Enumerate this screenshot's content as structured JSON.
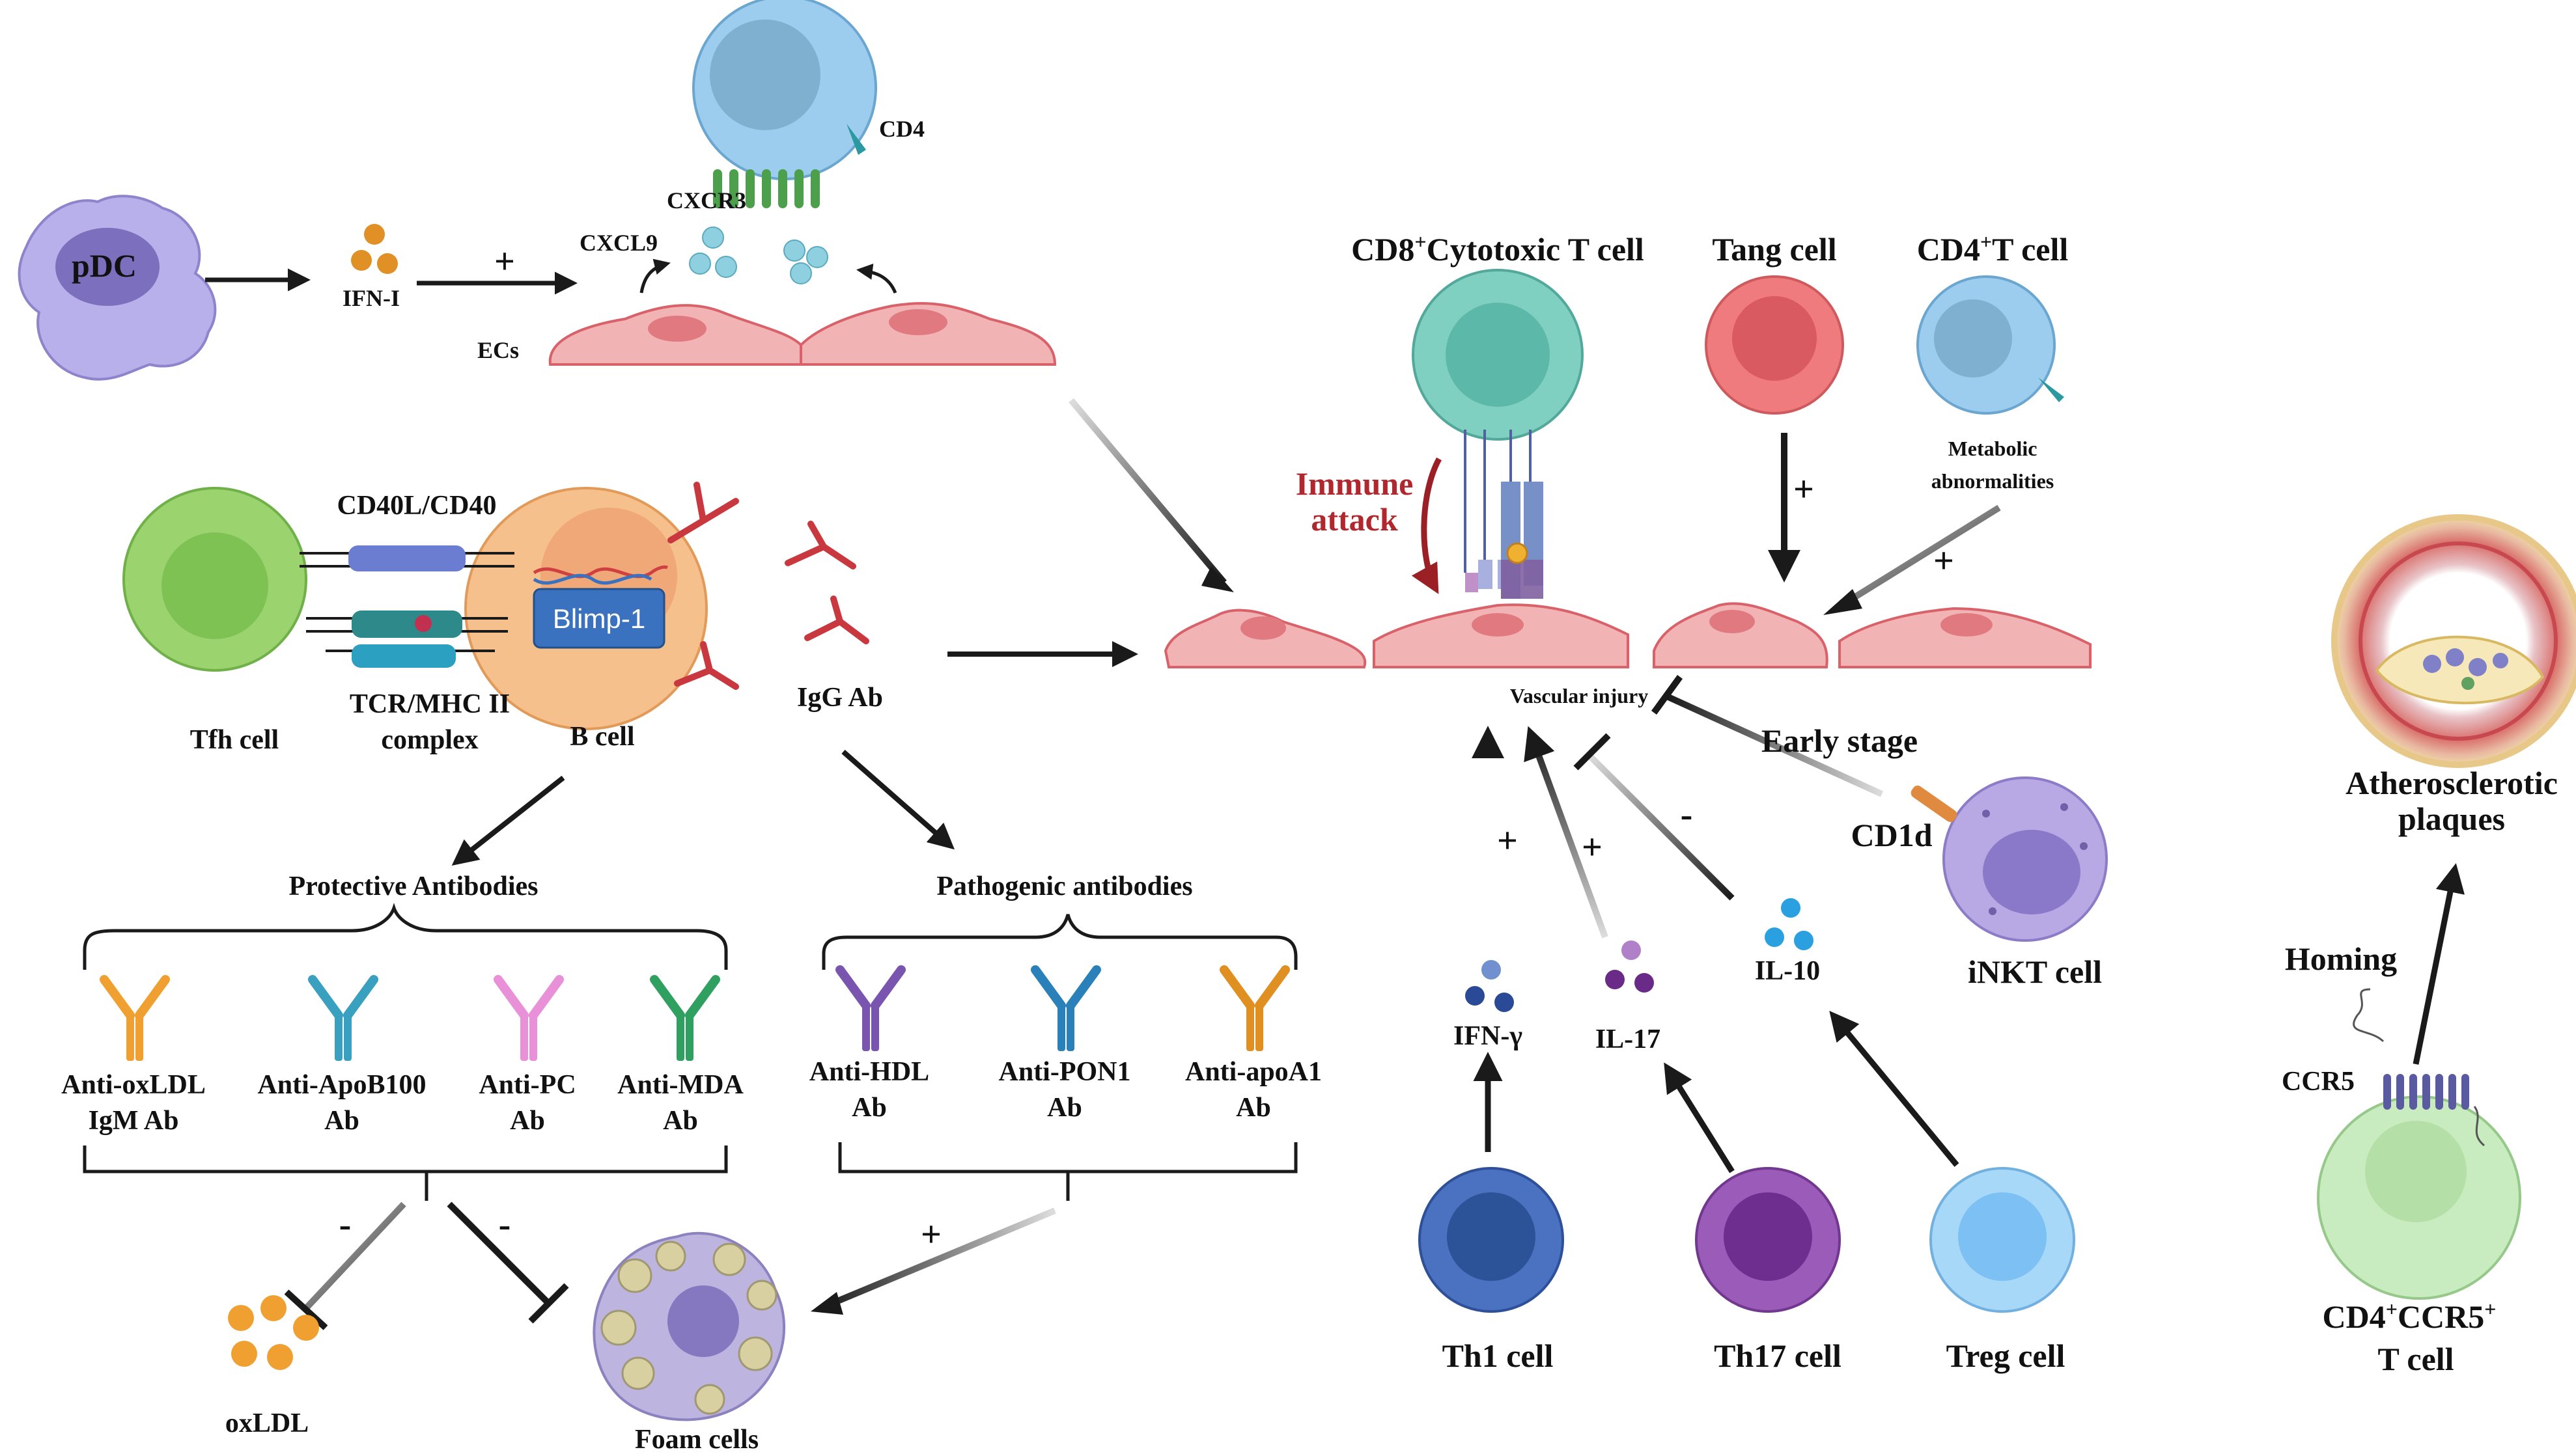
{
  "top": {
    "pdc": "pDC",
    "ifn1": "IFN-I",
    "plus": "+",
    "cxcl9": "CXCL9",
    "cxcr3": "CXCR3",
    "cd4": "CD4",
    "ecs": "ECs"
  },
  "bcell": {
    "cd40": "CD40L/CD40",
    "blimp": "Blimp-1",
    "tfh": "Tfh cell",
    "tcr_line1": "TCR/MHC II",
    "tcr_line2": "complex",
    "bcell": "B cell",
    "igg": "IgG Ab"
  },
  "protective": {
    "title": "Protective Antibodies",
    "items": [
      {
        "line1": "Anti-oxLDL",
        "line2": "IgM Ab",
        "color": "#f0a030"
      },
      {
        "line1": "Anti-ApoB100",
        "line2": "Ab",
        "color": "#3aa0c0"
      },
      {
        "line1": "Anti-PC",
        "line2": "Ab",
        "color": "#e890d8"
      },
      {
        "line1": "Anti-MDA",
        "line2": "Ab",
        "color": "#30a060"
      }
    ]
  },
  "pathogenic": {
    "title": "Pathogenic antibodies",
    "items": [
      {
        "line1": "Anti-HDL",
        "line2": "Ab",
        "color": "#7a55b0"
      },
      {
        "line1": "Anti-PON1",
        "line2": "Ab",
        "color": "#2a80b8"
      },
      {
        "line1": "Anti-apoA1",
        "line2": "Ab",
        "color": "#e09020"
      }
    ]
  },
  "bottom_left": {
    "minus1": "-",
    "minus2": "-",
    "plus": "+",
    "oxldl": "oxLDL",
    "foam": "Foam cells"
  },
  "center": {
    "cd8_pre": "CD8",
    "cd8_sup": "+",
    "cd8_post": "Cytotoxic T cell",
    "tang": "Tang cell",
    "cd4t_pre": "CD4",
    "cd4t_sup": "+",
    "cd4t_post": "T cell",
    "immune1": "Immune",
    "immune2": "attack",
    "metabolic1": "Metabolic",
    "metabolic2": "abnormalities",
    "plus_tang": "+",
    "plus_cd4": "+",
    "injury": "Vascular injury",
    "early": "Early stage",
    "cd1d": "CD1d",
    "inkt": "iNKT cell"
  },
  "cytokines": {
    "ifng": "IFN-γ",
    "il17": "IL-17",
    "il10": "IL-10",
    "plus1": "+",
    "plus2": "+",
    "minus": "-"
  },
  "th": {
    "th1": "Th1 cell",
    "th17": "Th17 cell",
    "treg": "Treg cell"
  },
  "right": {
    "plaques1": "Atherosclerotic",
    "plaques2": "plaques",
    "homing": "Homing",
    "ccr5": "CCR5",
    "cd4ccr5_a": "CD4",
    "cd4ccr5_sup1": "+",
    "cd4ccr5_b": "CCR5",
    "cd4ccr5_sup2": "+",
    "cd4ccr5_c": "T cell"
  },
  "colors": {
    "ec_fill": "#f2b3b5",
    "ec_stroke": "#d9626a",
    "tfh": "#8fd16a",
    "bcell": "#f6c08c",
    "blimp": "#3a72c0",
    "cd8": "#7fd0c0",
    "tang": "#ef7b7f",
    "cd4t": "#8cc4e6",
    "th1": "#3560b0",
    "th17": "#8e4ea8",
    "treg": "#7cc0f4",
    "inkt": "#b8a8e4",
    "cd4ccr5": "#c8ecc0",
    "immune_attack": "#b0282e"
  }
}
